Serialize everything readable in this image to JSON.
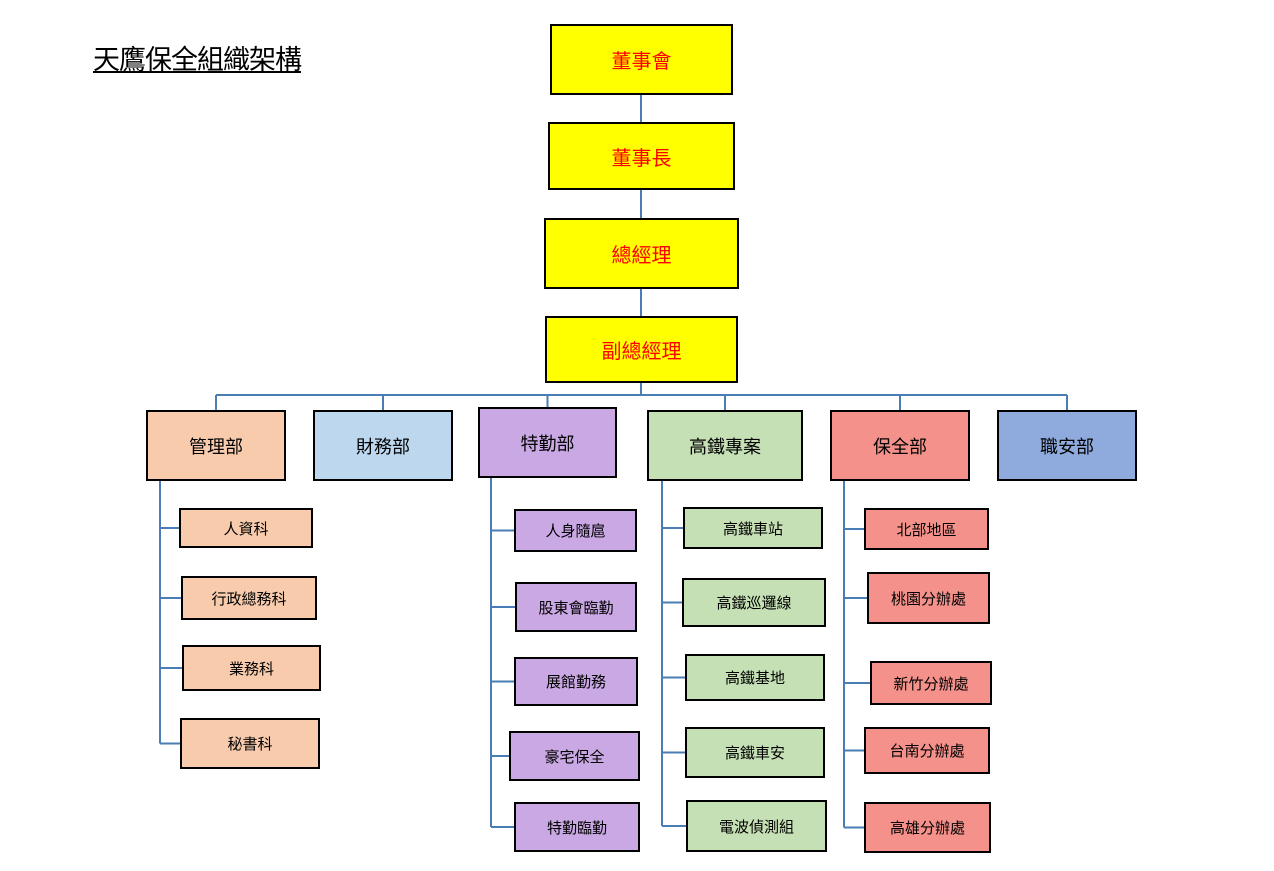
{
  "title": "天鷹保全組織架構",
  "colors": {
    "exec_fill": "#ffff00",
    "exec_text": "#ff0000",
    "connector": "#4a7db5",
    "management": "#f8cbad",
    "finance": "#bdd7ee",
    "special": "#c9a8e4",
    "hsr": "#c5e0b4",
    "security": "#f4918a",
    "safety": "#8faadc"
  },
  "executives": [
    "董事會",
    "董事長",
    "總經理",
    "副總經理"
  ],
  "departments": [
    {
      "name": "管理部",
      "color_key": "management",
      "units": [
        "人資科",
        "行政總務科",
        "業務科",
        "秘書科"
      ]
    },
    {
      "name": "財務部",
      "color_key": "finance",
      "units": []
    },
    {
      "name": "特勤部",
      "color_key": "special",
      "units": [
        "人身隨扈",
        "股東會臨勤",
        "展館勤務",
        "豪宅保全",
        "特勤臨勤"
      ]
    },
    {
      "name": "高鐵專案",
      "color_key": "hsr",
      "units": [
        "高鐵車站",
        "高鐵巡邏線",
        "高鐵基地",
        "高鐵車安",
        "電波偵測組"
      ]
    },
    {
      "name": "保全部",
      "color_key": "security",
      "units": [
        "北部地區",
        "桃園分辦處",
        "新竹分辦處",
        "台南分辦處",
        "高雄分辦處"
      ]
    },
    {
      "name": "職安部",
      "color_key": "safety",
      "units": []
    }
  ]
}
